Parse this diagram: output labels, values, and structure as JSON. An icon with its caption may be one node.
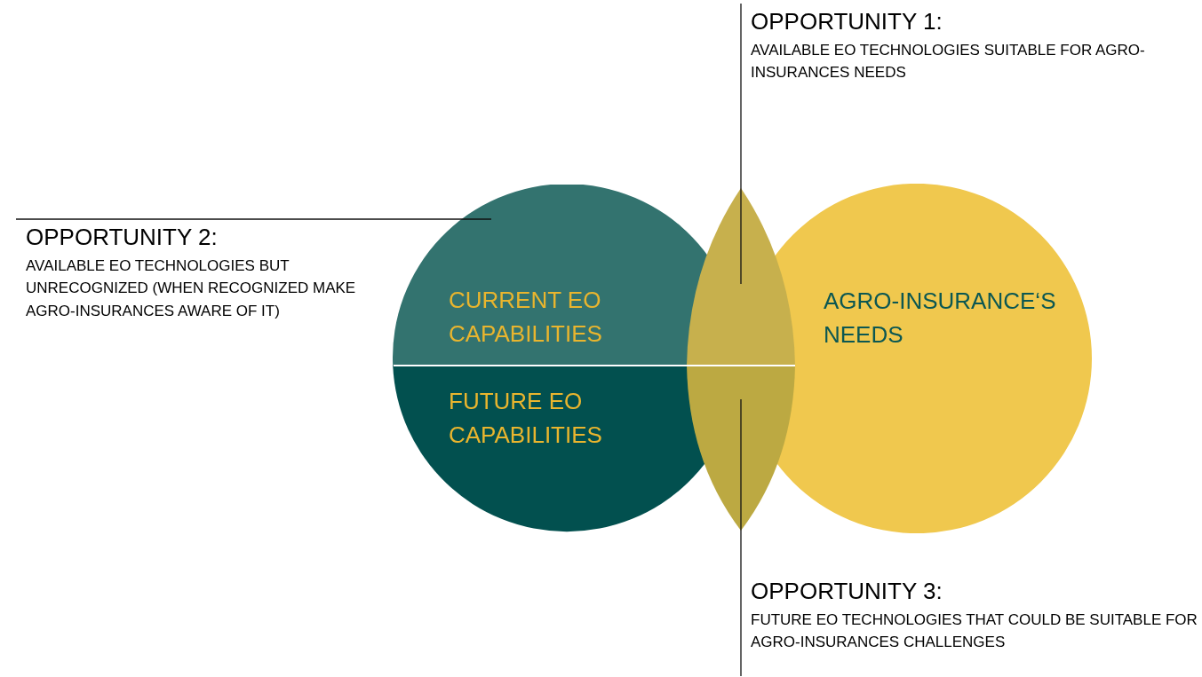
{
  "diagram": {
    "nodes": [
      {
        "text": [
          "CURRENT EO CAPABILITIES"
        ]
      },
      {
        "text": [
          "FUTURE EO CAPABILITIES"
        ]
      },
      {
        "text": [
          "AGRO-INSURANCE‘S NEEDS"
        ]
      },
      {
        "text": [],
        "shape": "lens"
      },
      {
        "text": [],
        "shape": "lens"
      },
      {
        "text": [
          "OPPORTUNITY 1:",
          "AVAILABLE EO TECHNOLOGIES SUITABLE FOR AGRO-INSURANCES NEEDS"
        ]
      },
      {
        "text": [
          "OPPORTUNITY 2:",
          "AVAILABLE EO TECHNOLOGIES BUT UNRECOGNIZED (WHEN RECOGNIZED MAKE AGRO-INSURANCES AWARE OF IT)"
        ]
      },
      {
        "text": [
          "OPPORTUNITY 3:",
          "FUTURE EO TECHNOLOGIES THAT COULD BE SUITABLE FOR AGRO-INSURANCES CHALLENGES"
        ]
      }
    ],
    "edges": [
      {
        "from": 5,
        "to": 3,
        "arrow": "none"
      },
      {
        "from": 6,
        "to": 0,
        "arrow": "none"
      },
      {
        "from": 7,
        "to": 4,
        "arrow": "none"
      }
    ]
  }
}
